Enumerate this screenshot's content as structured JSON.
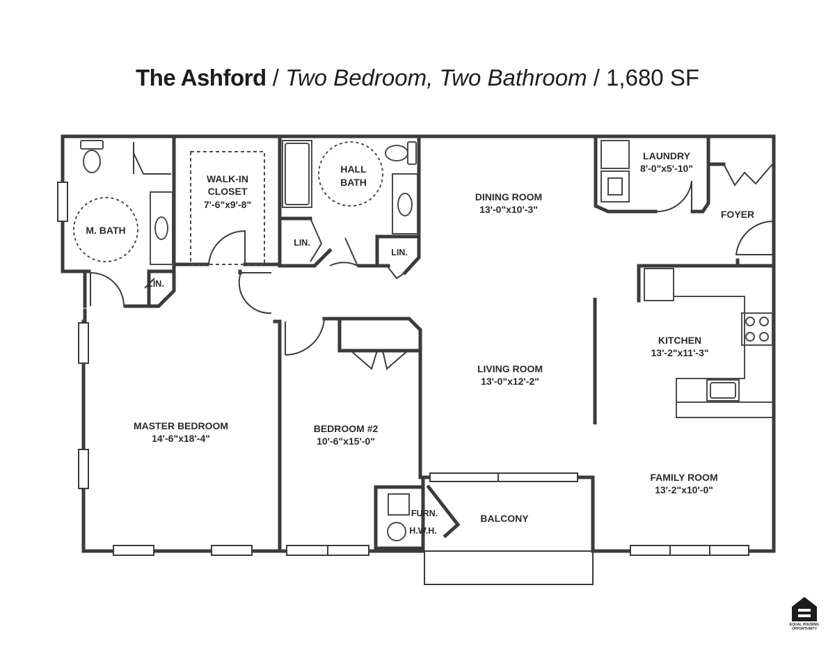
{
  "title": {
    "name": "The Ashford",
    "separator": "/",
    "unit_type": "Two Bedroom, Two Bathroom",
    "area": "1,680 SF"
  },
  "rooms": {
    "walk_in_closet": {
      "name_line1": "WALK-IN",
      "name_line2": "CLOSET",
      "dims": "7'-6\"x9'-8\""
    },
    "hall_bath": {
      "name_line1": "HALL",
      "name_line2": "BATH"
    },
    "master_bath": {
      "name": "M. BATH"
    },
    "laundry": {
      "name": "LAUNDRY",
      "dims": "8'-0\"x5'-10\""
    },
    "foyer": {
      "name": "FOYER"
    },
    "dining_room": {
      "name": "DINING ROOM",
      "dims": "13'-0\"x10'-3\""
    },
    "living_room": {
      "name": "LIVING ROOM",
      "dims": "13'-0\"x12'-2\""
    },
    "kitchen": {
      "name": "KITCHEN",
      "dims": "13'-2\"x11'-3\""
    },
    "master_bedroom": {
      "name": "MASTER BEDROOM",
      "dims": "14'-6\"x18'-4\""
    },
    "bedroom_2": {
      "name": "BEDROOM #2",
      "dims": "10'-6\"x15'-0\""
    },
    "family_room": {
      "name": "FAMILY ROOM",
      "dims": "13'-2\"x10'-0\""
    },
    "balcony": {
      "name": "BALCONY"
    },
    "linen_1": {
      "name": "LIN."
    },
    "linen_2": {
      "name": "LIN."
    },
    "linen_3": {
      "name": "LIN."
    },
    "utility": {
      "furnace": "FURN.",
      "water_heater": "H.W.H."
    }
  },
  "logo": {
    "line1": "EQUAL HOUSING",
    "line2": "OPPORTUNITY"
  },
  "colors": {
    "wall": "#3b3b3b",
    "fixture": "#4a4a4a",
    "text": "#2a2a2a"
  }
}
